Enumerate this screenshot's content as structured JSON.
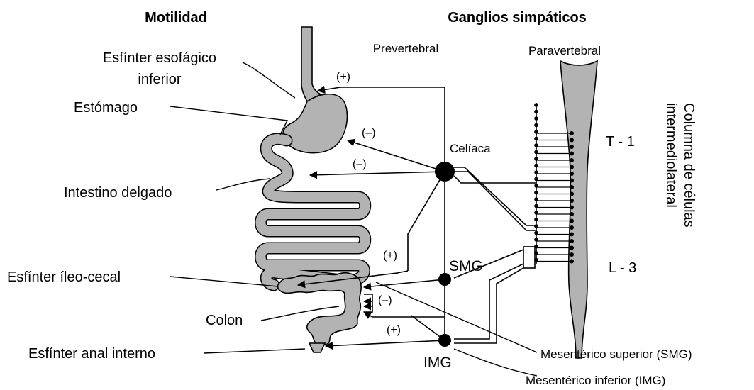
{
  "headings": {
    "left": "Motilidad",
    "right": "Ganglios simpáticos"
  },
  "organ_labels": {
    "les_line1": "Esfínter esofágico",
    "les_line2": "inferior",
    "stomach": "Estómago",
    "small_intestine": "Intestino delgado",
    "ileocecal": "Esfínter íleo-cecal",
    "colon": "Colon",
    "anal": "Esfínter anal interno"
  },
  "ganglia_labels": {
    "prevertebral": "Prevertebral",
    "paravertebral": "Paravertebral",
    "celiac": "Celíaca",
    "smg": "SMG",
    "img": "IMG",
    "smg_full": "Mesentérico superior (SMG)",
    "img_full": "Mesentérico inferior (IMG)"
  },
  "spinal": {
    "t1": "T - 1",
    "l3": "L - 3",
    "column_line1": "Columna de células",
    "column_line2": "intermediolateral"
  },
  "effects": {
    "les": "(+)",
    "stomach": "(–)",
    "small_intestine": "(–)",
    "ileocecal": "(+)",
    "colon": "(–)",
    "anal": "(+)"
  },
  "colors": {
    "organ_fill": "#b3b3b3",
    "line": "#000000",
    "background": "#ffffff"
  }
}
